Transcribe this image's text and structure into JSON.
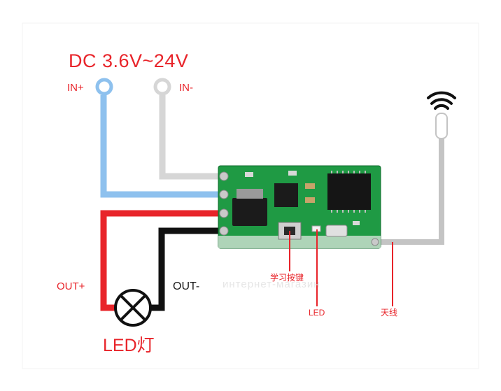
{
  "diagram": {
    "title": "DC 3.6V~24V",
    "terminals": {
      "in_plus": "IN+",
      "in_minus": "IN-",
      "out_plus": "OUT+",
      "out_minus": "OUT-"
    },
    "load_label": "LED灯",
    "callouts": {
      "learn_button": "学习按键",
      "led": "LED",
      "antenna": "天线"
    },
    "watermark": "интернет-магазин"
  },
  "colors": {
    "in_plus_wire": "#8ec1ee",
    "in_minus_wire": "#d6d6d6",
    "out_plus_wire": "#e8242a",
    "out_minus_wire": "#111111",
    "antenna_wire": "#c4c4c4",
    "pcb_green": "#1f9a44",
    "label_red": "#e8242a"
  },
  "icons": [
    "wifi-signal-icon",
    "lamp-icon"
  ]
}
